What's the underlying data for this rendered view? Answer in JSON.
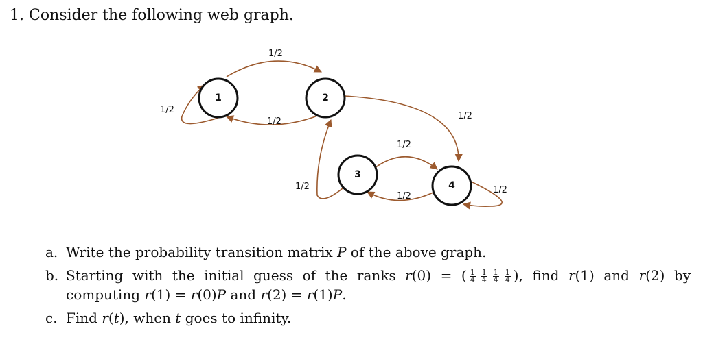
{
  "question": {
    "number": "1.",
    "title": "Consider the following web graph."
  },
  "graph": {
    "nodes": [
      {
        "id": "1",
        "label": "1"
      },
      {
        "id": "2",
        "label": "2"
      },
      {
        "id": "3",
        "label": "3"
      },
      {
        "id": "4",
        "label": "4"
      }
    ],
    "edges": [
      {
        "from": "1",
        "to": "2",
        "label": "1/2"
      },
      {
        "from": "1",
        "to": "1",
        "label": "1/2"
      },
      {
        "from": "2",
        "to": "1",
        "label": "1/2"
      },
      {
        "from": "2",
        "to": "4",
        "label": "1/2"
      },
      {
        "from": "3",
        "to": "4",
        "label": "1/2"
      },
      {
        "from": "3",
        "to": "2",
        "label": "1/2"
      },
      {
        "from": "4",
        "to": "3",
        "label": "1/2"
      },
      {
        "from": "4",
        "to": "4",
        "label": "1/2"
      }
    ],
    "edge_color": "#9c5a2e"
  },
  "parts": {
    "a": {
      "letter": "a.",
      "t1": "Write the probability transition matrix ",
      "P": "P",
      "t2": " of the above graph."
    },
    "b": {
      "letter": "b.",
      "t1": "Starting with the initial guess of the ranks ",
      "r0": "r",
      "t2": "(0) = (",
      "frac_num": "1",
      "frac_den": "4",
      "t3": "), find ",
      "r1": "r",
      "t4": "(1) and ",
      "r2": "r",
      "t5": "(2) by",
      "line2_t1": "computing ",
      "line2_r1": "r",
      "line2_t2": "(1) = ",
      "line2_r0": "r",
      "line2_t3": "(0)",
      "line2_P1": "P",
      "line2_t4": " and ",
      "line2_r2": "r",
      "line2_t5": "(2) = ",
      "line2_r1b": "r",
      "line2_t6": "(1)",
      "line2_P2": "P",
      "line2_t7": "."
    },
    "c": {
      "letter": "c.",
      "t1": "Find ",
      "r": "r",
      "t2": "(",
      "t": "t",
      "t3": "), when ",
      "t_var": "t",
      "t4": " goes to infinity."
    }
  }
}
